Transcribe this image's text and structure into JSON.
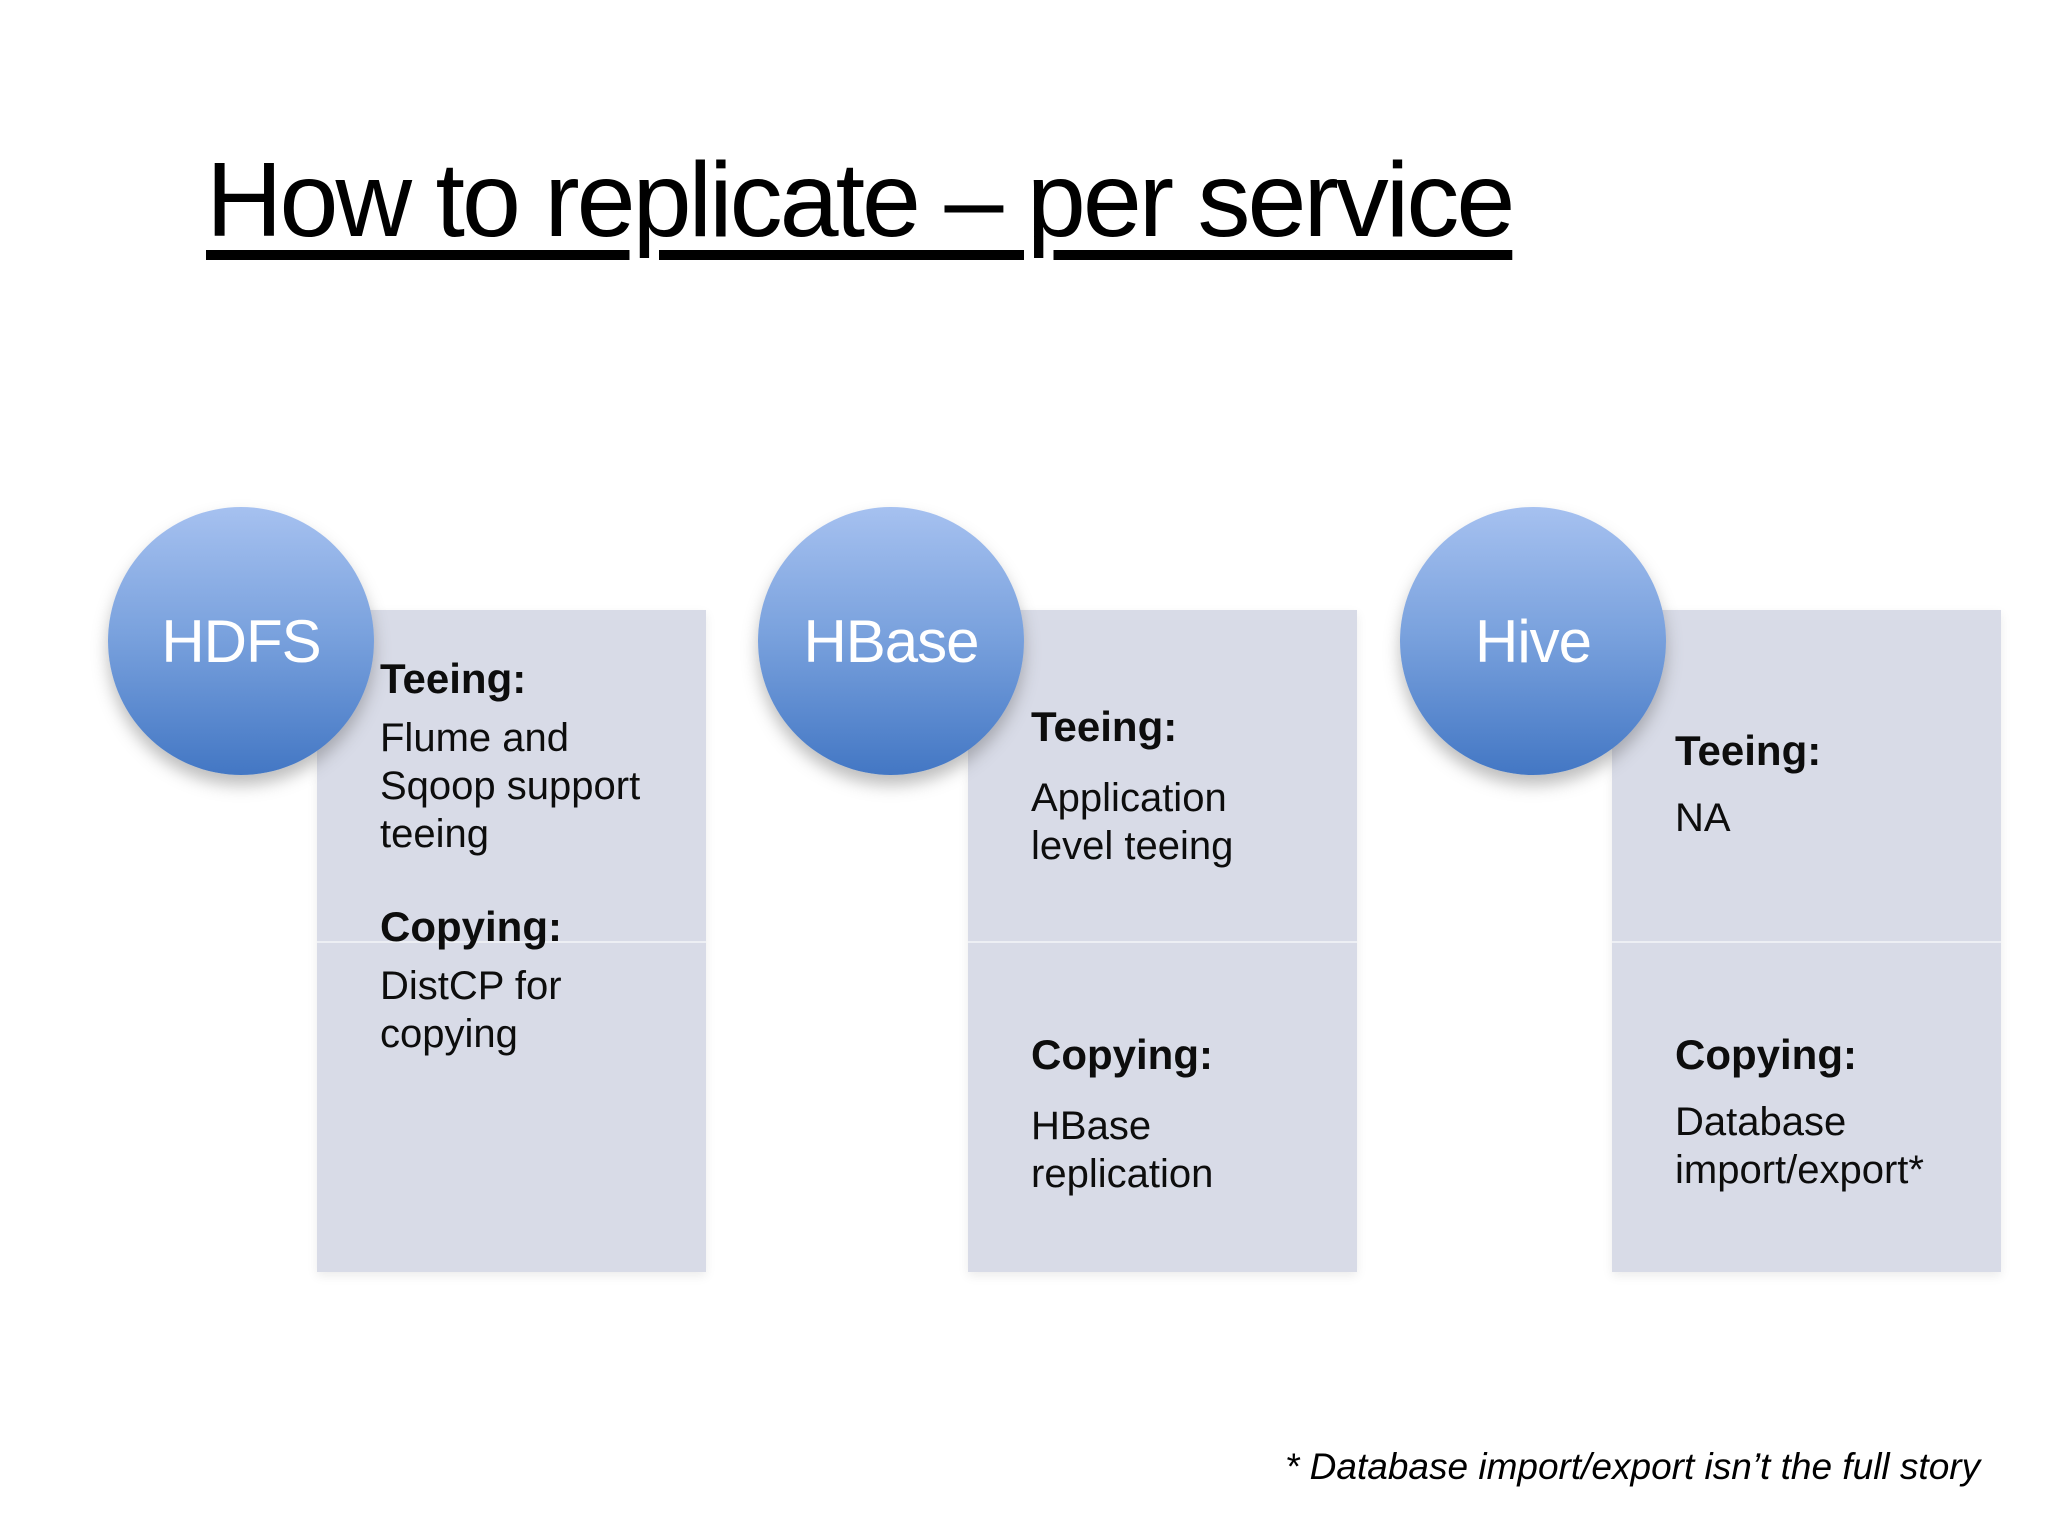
{
  "title": "How to replicate – per service",
  "footnote": "* Database import/export isn’t the full story",
  "columns": [
    {
      "service": "HDFS",
      "sections": {
        "teeing": {
          "label": "Teeing:",
          "lines": [
            "Flume and",
            "Sqoop support",
            "teeing"
          ]
        },
        "copying": {
          "label": "Copying:",
          "lines": [
            "DistCP for",
            "copying"
          ]
        }
      }
    },
    {
      "service": "HBase",
      "sections": {
        "teeing": {
          "label": "Teeing:",
          "lines": [
            "Application",
            "level teeing"
          ]
        },
        "copying": {
          "label": "Copying:",
          "lines": [
            "HBase",
            "replication"
          ]
        }
      }
    },
    {
      "service": "Hive",
      "sections": {
        "teeing": {
          "label": "Teeing:",
          "lines": [
            "NA"
          ]
        },
        "copying": {
          "label": "Copying:",
          "lines": [
            "Database",
            "import/export*"
          ]
        }
      }
    }
  ],
  "colors": {
    "background": "#ffffff",
    "circle_gradient_top": "#a6c1f0",
    "circle_gradient_bottom": "#4377c4",
    "box_fill": "#d8dbe7",
    "text": "#0d0d0d",
    "circle_text": "#ffffff"
  }
}
